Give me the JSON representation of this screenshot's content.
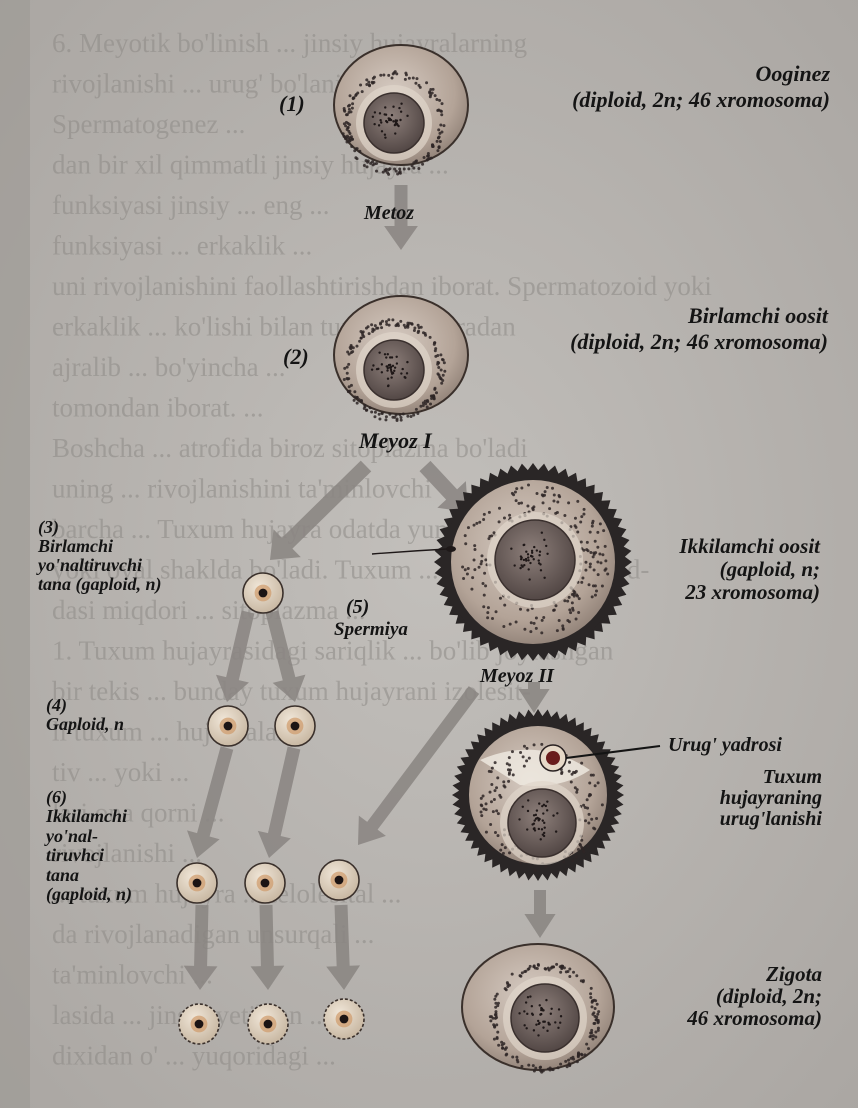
{
  "colors": {
    "page": "#b9b6b2",
    "background_text": "#8d8a86",
    "cell_body": "#b8a99d",
    "nucleus": "#6a5a55",
    "arrow": "#8a8582",
    "zona": "#2a2626",
    "label_text": "#141414"
  },
  "background_text": [
    "6. Meyotik bo'linish ... jinsiy hujayralarning",
    "rivojlanishi ... urug' bo'lanishi ...",
    "Spermatogenez ...",
    "dan bir xil qimmatli jinsiy hujayra ...",
    "funksiyasi jinsiy ... eng ...",
    "funksiyasi ... erkaklik ...",
    "uni rivojlanishini faollashtirishdan iborat. Spermatozoid yoki",
    "erkaklik ... ko'lishi bilan tuxum hujayradan",
    "ajralib ... bo'yincha ...",
    "tomondan iborat. ...",
    "Boshcha ... atrofida biroz sitoplazma bo'ladi",
    "uning ... rivojlanishini ta'minlovchi",
    "barcha ... Tuxum hujayra odatda yumaloq",
    "yoki oval shaklda bo'ladi. Tuxum ... zidagi sarilik mod-",
    "dasi miqdori ... sitoplazma ...",
    "1. Tuxum hujayrasidagi sariqlik ... bo'lib joylashgan",
    "bir tekis ... bunday tuxum hujayrani izolesit-",
    "li tuxum ... hujayralar ...",
    "tiv ... yoki ...",
    "lari ona qorni ...",
    "rivojlanishi ...",
    "... tuxum hujayra ... telolesital ...",
    "da rivojlanadigan unsurqali ...",
    "ta'minlovchi ...",
    "lasida ... jinsiy yetilgan ...",
    "dixidan o' ... yuqoridagi ..."
  ],
  "labels": {
    "n1": "(1)",
    "oogenez": [
      "Ooginez",
      "(diploid, 2n; 46 xromosoma)"
    ],
    "metoz": "Metoz",
    "n2": "(2)",
    "birlamchi_oosit": [
      "Birlamchi oosit",
      "(diploid, 2n; 46 xromosoma)"
    ],
    "meyoz1": "Meyoz I",
    "n3": "(3)",
    "birlamchi_tana": [
      "Birlamchi",
      "yo'naltiruvchi",
      "tana (gaploid, n)"
    ],
    "ikkilamchi_oosit": [
      "Ikkilamchi oosit",
      "(gaploid, n;",
      "23 xromosoma)"
    ],
    "n5": "(5)",
    "spermiya": "Spermiya",
    "meyoz2": "Meyoz II",
    "n4": "(4)",
    "gaploid": "Gaploid, n",
    "urug_yadrosi": "Urug' yadrosi",
    "tuxum_urug": [
      "Tuxum",
      "hujayraning",
      "urug'lanishi"
    ],
    "n6": "(6)",
    "ikkilamchi_tana": [
      "Ikkilamchi",
      "yo'nal-",
      "tiruvhci",
      "tana",
      "(gaploid, n)"
    ],
    "zigota": [
      "Zigota",
      "(diploid, 2n;",
      "46 xromosoma)"
    ]
  },
  "icons": [
    "oocyte-cell",
    "polar-body-cell",
    "sperm-icon",
    "zygote-cell",
    "arrow"
  ]
}
